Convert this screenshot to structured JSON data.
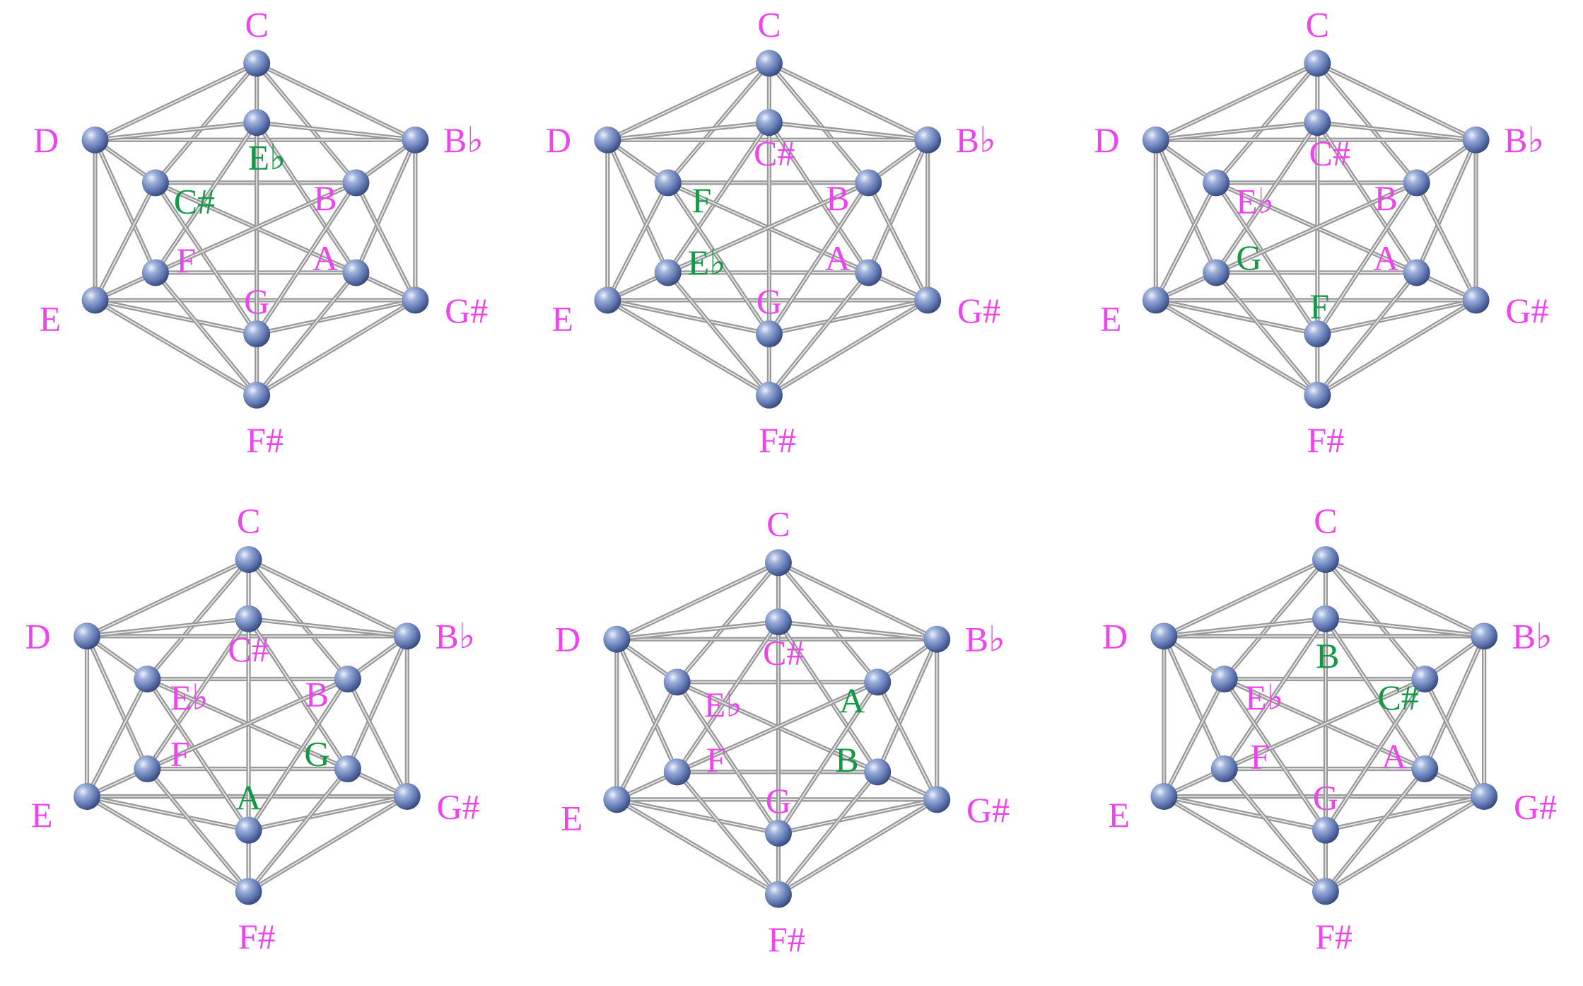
{
  "colors": {
    "unchanged": "#ee44ee",
    "moved": "#119944",
    "edge": "#9a9a9a",
    "edge_highlight": "#ededed",
    "node": "#5d75b0"
  },
  "icosahedra": [
    {
      "top": "C",
      "upper_left": "D",
      "upper_right": "B♭",
      "lower_left": "E",
      "lower_right": "G#",
      "bottom": "F#",
      "inner_top": {
        "text": "E♭",
        "moved": true
      },
      "inner_upper_left": {
        "text": "C#",
        "moved": true
      },
      "inner_upper_right": {
        "text": "B",
        "moved": false
      },
      "inner_lower_left": {
        "text": "F",
        "moved": false
      },
      "inner_lower_right": {
        "text": "A",
        "moved": false
      },
      "inner_bottom": {
        "text": "G",
        "moved": false
      }
    },
    {
      "top": "C",
      "upper_left": "D",
      "upper_right": "B♭",
      "lower_left": "E",
      "lower_right": "G#",
      "bottom": "F#",
      "inner_top": {
        "text": "C#",
        "moved": false
      },
      "inner_upper_left": {
        "text": "F",
        "moved": true
      },
      "inner_upper_right": {
        "text": "B",
        "moved": false
      },
      "inner_lower_left": {
        "text": "E♭",
        "moved": true
      },
      "inner_lower_right": {
        "text": "A",
        "moved": false
      },
      "inner_bottom": {
        "text": "G",
        "moved": false
      }
    },
    {
      "top": "C",
      "upper_left": "D",
      "upper_right": "B♭",
      "lower_left": "E",
      "lower_right": "G#",
      "bottom": "F#",
      "inner_top": {
        "text": "C#",
        "moved": false
      },
      "inner_upper_left": {
        "text": "E♭",
        "moved": false
      },
      "inner_upper_right": {
        "text": "B",
        "moved": false
      },
      "inner_lower_left": {
        "text": "G",
        "moved": true
      },
      "inner_lower_right": {
        "text": "A",
        "moved": false
      },
      "inner_bottom": {
        "text": "F",
        "moved": true
      }
    },
    {
      "top": "C",
      "upper_left": "D",
      "upper_right": "B♭",
      "lower_left": "E",
      "lower_right": "G#",
      "bottom": "F#",
      "inner_top": {
        "text": "C#",
        "moved": false
      },
      "inner_upper_left": {
        "text": "E♭",
        "moved": false
      },
      "inner_upper_right": {
        "text": "B",
        "moved": false
      },
      "inner_lower_left": {
        "text": "F",
        "moved": false
      },
      "inner_lower_right": {
        "text": "G",
        "moved": true
      },
      "inner_bottom": {
        "text": "A",
        "moved": true
      }
    },
    {
      "top": "C",
      "upper_left": "D",
      "upper_right": "B♭",
      "lower_left": "E",
      "lower_right": "G#",
      "bottom": "F#",
      "inner_top": {
        "text": "C#",
        "moved": false
      },
      "inner_upper_left": {
        "text": "E♭",
        "moved": false
      },
      "inner_upper_right": {
        "text": "A",
        "moved": true
      },
      "inner_lower_left": {
        "text": "F",
        "moved": false
      },
      "inner_lower_right": {
        "text": "B",
        "moved": true
      },
      "inner_bottom": {
        "text": "G",
        "moved": false
      }
    },
    {
      "top": "C",
      "upper_left": "D",
      "upper_right": "B♭",
      "lower_left": "E",
      "lower_right": "G#",
      "bottom": "F#",
      "inner_top": {
        "text": "B",
        "moved": true
      },
      "inner_upper_left": {
        "text": "E♭",
        "moved": false
      },
      "inner_upper_right": {
        "text": "C#",
        "moved": true
      },
      "inner_lower_left": {
        "text": "F",
        "moved": false
      },
      "inner_lower_right": {
        "text": "A",
        "moved": false
      },
      "inner_bottom": {
        "text": "G",
        "moved": false
      }
    }
  ]
}
